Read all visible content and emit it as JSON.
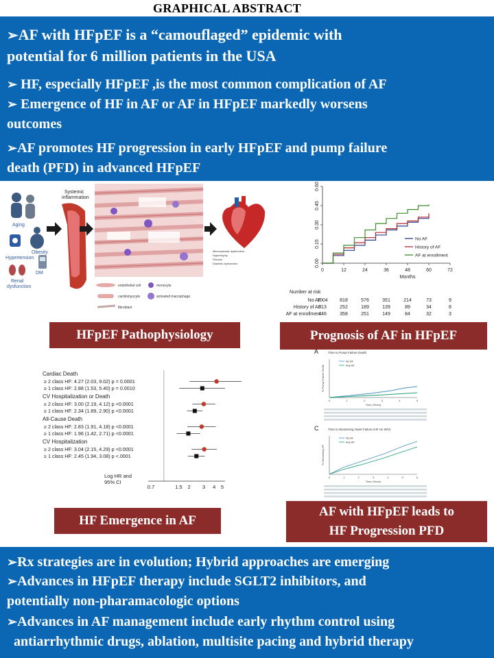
{
  "title": "GRAPHICAL ABSTRACT",
  "arrow": "➢",
  "top_bullets": [
    {
      "l1": "AF with HFpEF is a “camouflaged” epidemic with",
      "l2": "potential for 6  million patients in the USA"
    },
    {
      "l1": " HF, especially HFpEF ,is the most common complication of  AF"
    },
    {
      "l1": " Emergence of  HF in AF  or AF in HFpEF markedly worsens",
      "l2": "outcomes"
    },
    {
      "l1": "AF promotes HF progression  in early HFpEF and pump failure",
      "l2": "death  (PFD) in advanced HFpEF"
    }
  ],
  "bottom_bullets": [
    {
      "l1": "Rx strategies are in evolution;  Hybrid approaches are emerging"
    },
    {
      "l1": "Advances in HFpEF therapy include SGLT2 inhibitors,  and",
      "l2": "potentially non-pharamacologic options"
    },
    {
      "l1": "Advances in AF management include early rhythm control  using",
      "l2": "antiarrhythmic drugs, ablation, multisite pacing and hybrid therapy"
    }
  ],
  "labels": {
    "pathophysiology": "HFpEF Pathophysiology",
    "prognosis": "Prognosis of  AF in HFpEF",
    "emergence": "HF Emergence in AF",
    "progression_l1": "AF with HFpEF leads to",
    "progression_l2": "HF Progression PFD"
  },
  "patho": {
    "risk_factors": [
      "Aging",
      "Obesity",
      "Hypertension",
      "DM",
      "Renal",
      "dysfunction"
    ],
    "systemic": [
      "Systemic",
      "inflammation"
    ],
    "cells": [
      "endothelial cell",
      "monocyte",
      "cardiomyocyte",
      "activated macrophage",
      "fibroblast"
    ],
    "hfpef": "HFpEF",
    "outcomes": [
      "Microvascular dysfunction",
      "Hypertrophy",
      "Fibrosis",
      "Diastolic dysfunction"
    ]
  },
  "colors": {
    "blue": "#0b67b3",
    "red_label": "#8b2c2a",
    "no_af": "#2b3f8f",
    "history_af": "#b3262e",
    "af_enroll": "#3b8c2a",
    "forest_red": "#c0392b",
    "forest_black": "#111111"
  },
  "prognosis_chart": {
    "type": "line",
    "xlabel": "Months",
    "x_ticks": [
      "0",
      "12",
      "24",
      "36",
      "48",
      "60",
      "72"
    ],
    "y_ticks": [
      "0.00",
      "0.15",
      "0.30",
      "0.45",
      "0.60"
    ],
    "ylim": [
      0,
      0.6
    ],
    "xlim": [
      0,
      72
    ],
    "series": [
      {
        "name": "No AF",
        "x": [
          0,
          6,
          12,
          18,
          24,
          30,
          36,
          42,
          48,
          54,
          60
        ],
        "y": [
          0,
          0.06,
          0.1,
          0.14,
          0.18,
          0.22,
          0.26,
          0.29,
          0.32,
          0.35,
          0.37
        ]
      },
      {
        "name": "History of AF",
        "x": [
          0,
          6,
          12,
          18,
          24,
          30,
          36,
          42,
          48,
          54,
          60
        ],
        "y": [
          0,
          0.07,
          0.12,
          0.16,
          0.2,
          0.24,
          0.27,
          0.31,
          0.33,
          0.36,
          0.39
        ]
      },
      {
        "name": "AF at enrollment",
        "x": [
          0,
          6,
          12,
          18,
          24,
          30,
          36,
          42,
          48,
          54,
          60
        ],
        "y": [
          0,
          0.08,
          0.14,
          0.2,
          0.26,
          0.31,
          0.35,
          0.39,
          0.42,
          0.45,
          0.46
        ]
      }
    ],
    "risk_title": "Number at risk",
    "risk_rows": [
      {
        "label": "No AF",
        "values": [
          "1004",
          "818",
          "576",
          "351",
          "214",
          "73",
          "9"
        ]
      },
      {
        "label": "History of AF",
        "values": [
          "313",
          "252",
          "189",
          "139",
          "89",
          "34",
          "8"
        ]
      },
      {
        "label": "AF at enrollment",
        "values": [
          "446",
          "358",
          "251",
          "149",
          "84",
          "32",
          "3"
        ]
      }
    ]
  },
  "forest_chart": {
    "type": "scatter",
    "xlabel": "Log HR and",
    "xlabel2": "95% CI",
    "x_ticks": [
      "0.7",
      "1.5",
      "2",
      "3",
      "4",
      "5"
    ],
    "groups": [
      {
        "title": "Cardiac Death",
        "rows": [
          {
            "label": "≥ 2 class HF: 4.27 (2.03, 9.02) p = 0.0001",
            "hr": 4.27,
            "lo": 2.03,
            "hi": 9.02,
            "color": "red"
          },
          {
            "label": "≥ 1 class HF: 2.88 (1.53, 5.40) p = 0.0010",
            "hr": 2.88,
            "lo": 1.53,
            "hi": 5.4,
            "color": "black"
          }
        ]
      },
      {
        "title": "CV Hospitalization or Death",
        "rows": [
          {
            "label": "≥ 2 class HF: 3.00 (2.19, 4.12) p <0.0001",
            "hr": 3.0,
            "lo": 2.19,
            "hi": 4.12,
            "color": "red"
          },
          {
            "label": "≥ 1 class HF: 2.34 (1.89, 2.90) p <0.0001",
            "hr": 2.34,
            "lo": 1.89,
            "hi": 2.9,
            "color": "black"
          }
        ]
      },
      {
        "title": "All-Cause Death",
        "rows": [
          {
            "label": "≥ 2 class HF: 2.83 (1.91, 4.18) p <0.0001",
            "hr": 2.83,
            "lo": 1.91,
            "hi": 4.18,
            "color": "red"
          },
          {
            "label": "≥ 1 class HF: 1.96 (1.42, 2.71) p <0.0001",
            "hr": 1.96,
            "lo": 1.42,
            "hi": 2.71,
            "color": "black"
          }
        ]
      },
      {
        "title": "CV Hospitalization",
        "rows": [
          {
            "label": "≥ 2 class HF: 3.04 (2.15, 4.29) p <0.0001",
            "hr": 3.04,
            "lo": 2.15,
            "hi": 4.29,
            "color": "red"
          },
          {
            "label": "≥ 1 class HF: 2.45 (1.94, 3.08) p <.0001",
            "hr": 2.45,
            "lo": 1.94,
            "hi": 3.08,
            "color": "black"
          }
        ]
      }
    ]
  },
  "pfd_charts": {
    "chart_a": {
      "letter": "A",
      "title": "Time to Pump Failure Death",
      "legend": [
        "No AF",
        "Any AF"
      ],
      "xlabel": "Time (Years)",
      "ylabel": "% Pump Failure Death",
      "x_ticks": [
        "0",
        "1",
        "2",
        "3",
        "4",
        "5"
      ]
    },
    "chart_c": {
      "letter": "C",
      "title": "Time to Worsening Heart Failure (HF Hx W/V)",
      "legend": [
        "No AF",
        "Any AF"
      ],
      "xlabel": "Time (Years)",
      "ylabel": "% Worsening HF",
      "x_ticks": [
        "0",
        "1",
        "2",
        "3",
        "4",
        "5",
        "6"
      ]
    }
  }
}
